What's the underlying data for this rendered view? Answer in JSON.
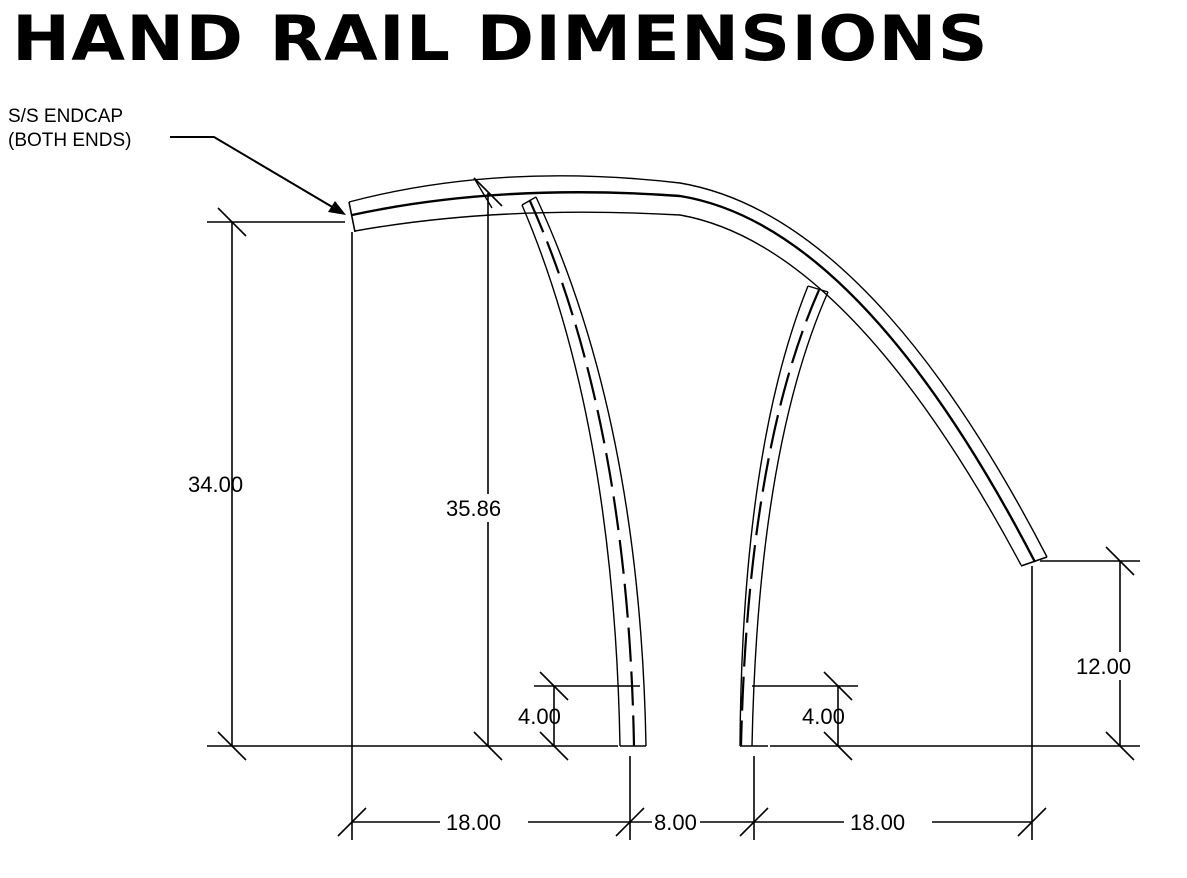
{
  "title": "HAND RAIL DIMENSIONS",
  "callout": {
    "line1": "S/S ENDCAP",
    "line2": "(BOTH ENDS)"
  },
  "dimensions": {
    "height_left": "34.00",
    "height_peak": "35.86",
    "height_right": "12.00",
    "post_left_foot": "4.00",
    "post_right_foot": "4.00",
    "width_left": "18.00",
    "width_middle": "8.00",
    "width_right": "18.00"
  }
}
